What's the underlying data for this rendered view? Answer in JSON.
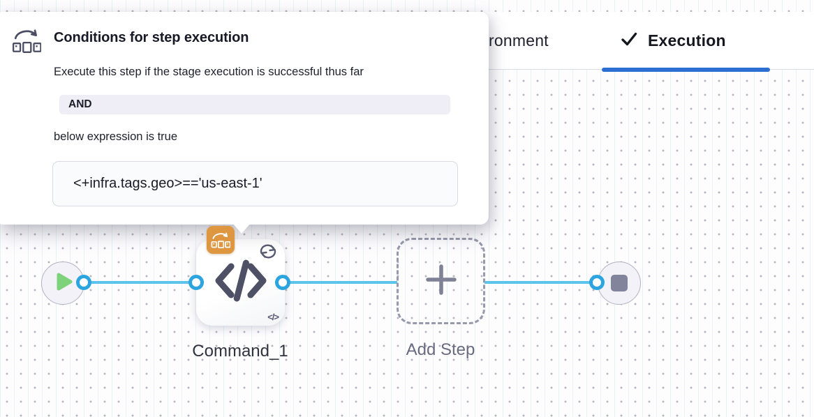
{
  "popover": {
    "title": "Conditions for step execution",
    "description": "Execute this step if the stage execution is successful thus far",
    "operator_badge": "AND",
    "expression_intro": "below expression is true",
    "expression": "<+infra.tags.geo>=='us-east-1'"
  },
  "tabs": {
    "environment_visible_text": "ronment",
    "execution_label": "Execution"
  },
  "graph": {
    "command_step_label": "Command_1",
    "add_step_label": "Add Step",
    "code_glyph": "</>"
  },
  "icons": {
    "conditional_execution": "arc-arrow-over-three-squares",
    "loop_strategy": "circular-arrows",
    "step_type": "code-chevrons </>",
    "start": "play-triangle",
    "end": "stop-square",
    "execution_tab": "checkmark",
    "add_step": "plus"
  },
  "colors": {
    "tab_underline_blue": "#2d6ed3",
    "connector_blue": "#5cc4ec",
    "port_blue": "#2ba4e0",
    "play_green": "#7ed27b",
    "conditional_badge_orange": "#df9640",
    "step_icon_slate": "#4e5066",
    "and_badge_bg": "#efeef6",
    "expression_box_bg": "#fafbfd"
  }
}
